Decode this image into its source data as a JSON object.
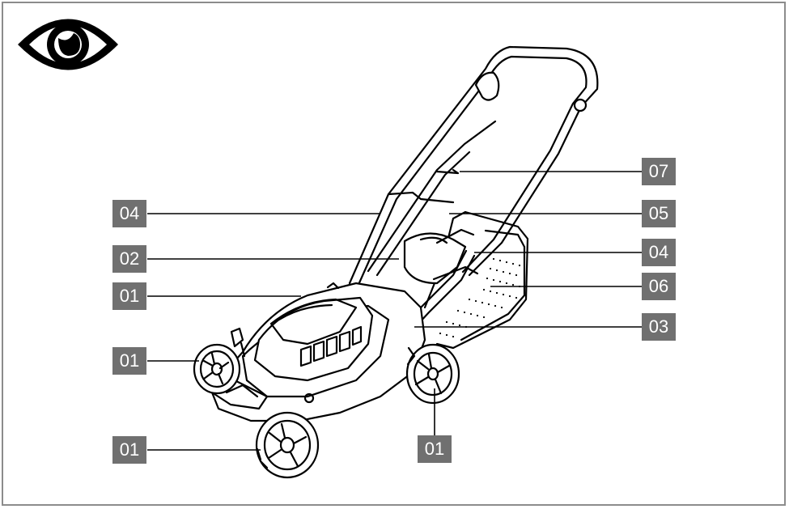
{
  "icon": "eye-icon",
  "colors": {
    "callout_bg": "#707070",
    "callout_text": "#ffffff",
    "line": "#000000",
    "frame": "#8c8c8c"
  },
  "callouts": [
    {
      "id": "left-04",
      "label": "04"
    },
    {
      "id": "left-02",
      "label": "02"
    },
    {
      "id": "left-01-top",
      "label": "01"
    },
    {
      "id": "left-01-mid",
      "label": "01"
    },
    {
      "id": "left-01-bottom",
      "label": "01"
    },
    {
      "id": "right-07",
      "label": "07"
    },
    {
      "id": "right-05",
      "label": "05"
    },
    {
      "id": "right-04",
      "label": "04"
    },
    {
      "id": "right-06",
      "label": "06"
    },
    {
      "id": "right-03",
      "label": "03"
    },
    {
      "id": "bottom-01",
      "label": "01"
    }
  ]
}
